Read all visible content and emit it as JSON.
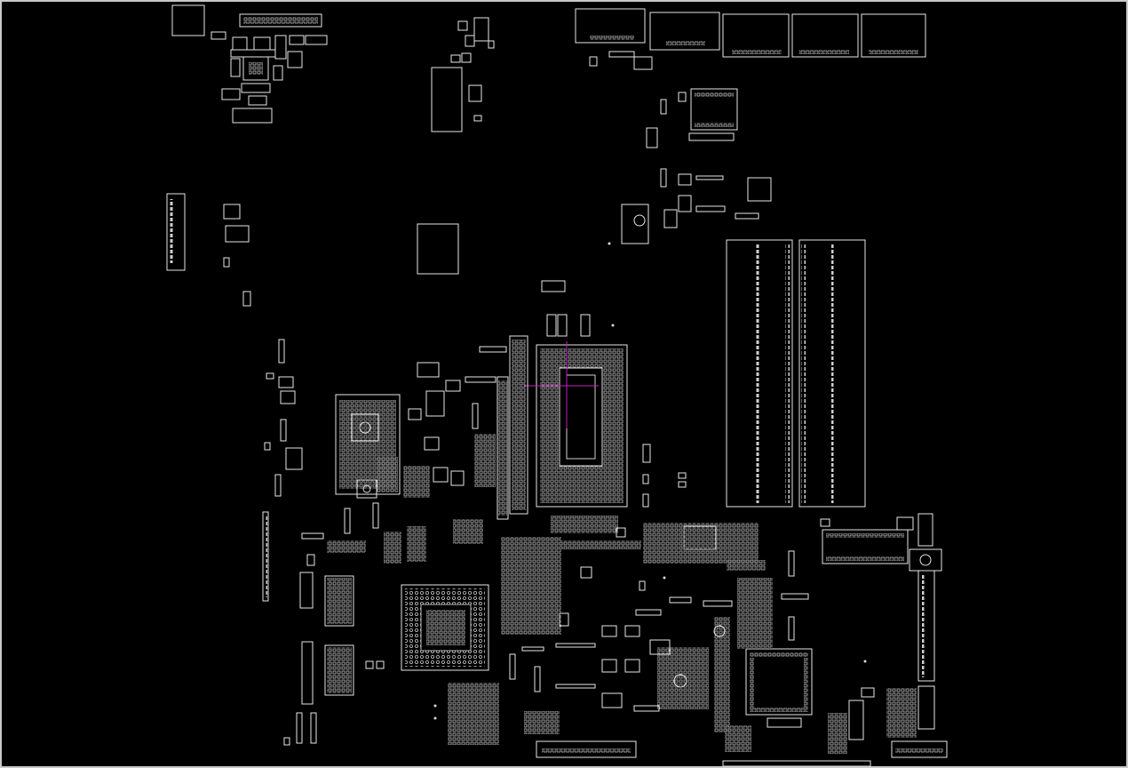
{
  "viewer": {
    "background": "#000000",
    "outline_color": "#e6e6e6",
    "frame_color": "#c9c9c9",
    "crosshair_color": "#c020c0"
  },
  "components": {
    "cpu": "bga-chip",
    "pch": "bga-chip",
    "dimm_slots": "ram-slot",
    "io_ports": "connector",
    "ec": "qfp-chip"
  }
}
